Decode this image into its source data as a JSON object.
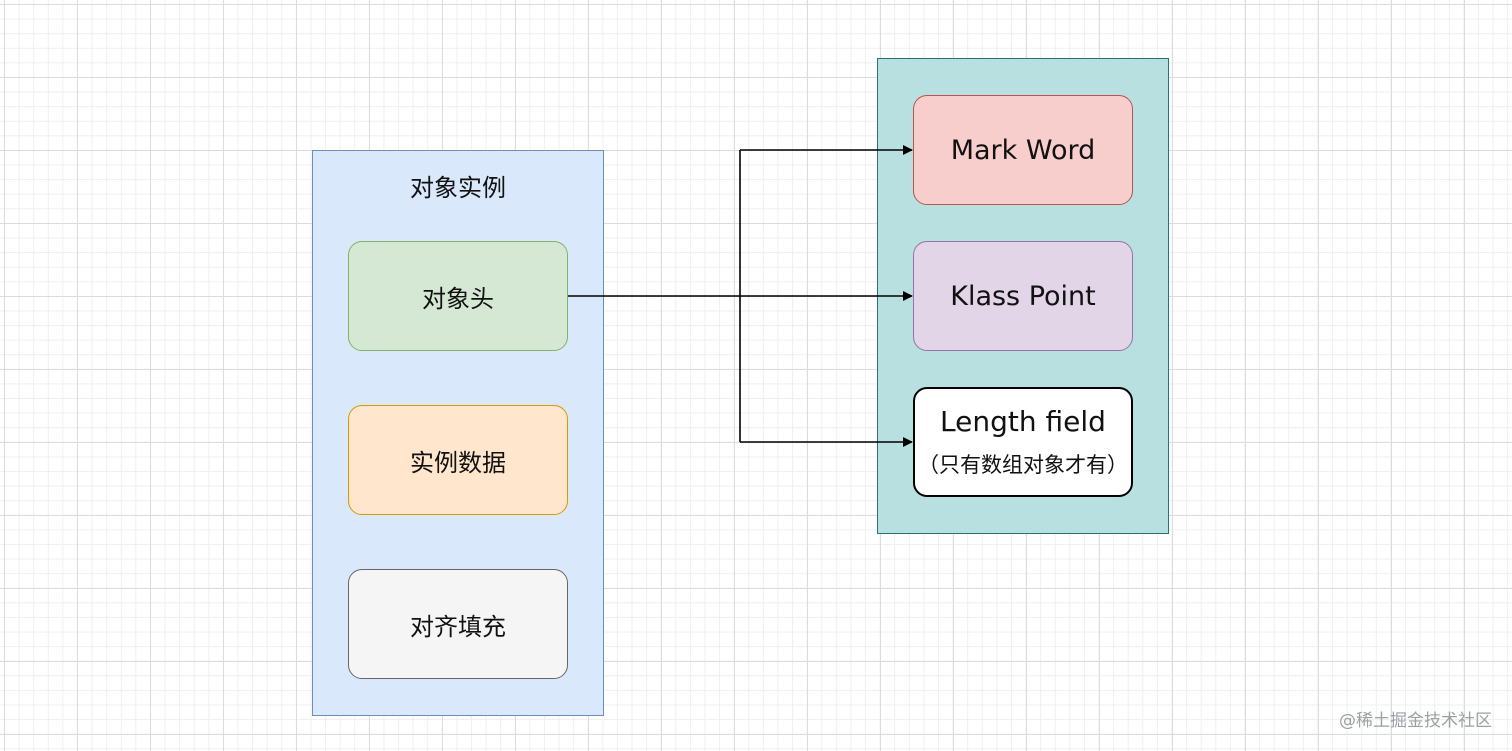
{
  "left_container": {
    "title": "对象实例",
    "items": [
      {
        "label": "对象头"
      },
      {
        "label": "实例数据"
      },
      {
        "label": "对齐填充"
      }
    ]
  },
  "right_container": {
    "items": [
      {
        "label": "Mark Word"
      },
      {
        "label": "Klass Point"
      },
      {
        "label": "Length field",
        "sublabel": "（只有数组对象才有）"
      }
    ]
  },
  "colors": {
    "left_container_fill": "#dae8fc",
    "right_container_fill": "#b9e0e0",
    "header_fill": "#d5e8d4",
    "data_fill": "#ffe6cc",
    "padding_fill": "#f5f5f5",
    "mark_fill": "#f8cecc",
    "klass_fill": "#e1d5e7",
    "length_fill": "#ffffff"
  },
  "watermark": "@稀土掘金技术社区"
}
